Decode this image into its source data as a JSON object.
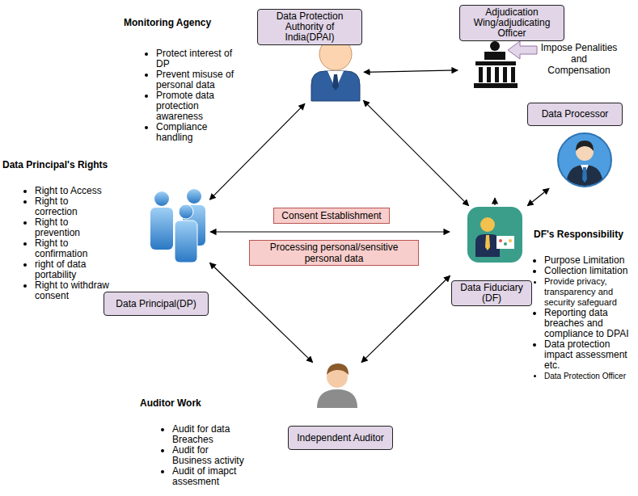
{
  "diagram": {
    "nodes": [
      {
        "text": [
          "Data Protection Authority of India(DPAI)"
        ]
      },
      {
        "text": [
          "Adjudication Wing/adjudicating Officer"
        ]
      },
      {
        "text": [
          "Data Processor"
        ]
      },
      {
        "text": [
          "Consent Establishment"
        ]
      },
      {
        "text": [
          "Data Principal(DP)"
        ]
      },
      {
        "text": [
          "Processing personal/sensitive personal data"
        ]
      },
      {
        "text": [
          "Data Fiduciary (DF)"
        ]
      },
      {
        "text": [
          "Independent Auditor"
        ]
      }
    ],
    "edges": [
      {
        "from": 0,
        "to": 1,
        "arrow": "both"
      },
      {
        "from": 0,
        "to": 4,
        "arrow": "both"
      },
      {
        "from": 0,
        "to": 6,
        "arrow": "both"
      },
      {
        "from": 6,
        "to": 2,
        "arrow": "both"
      },
      {
        "from": 4,
        "to": 6,
        "arrow": "both"
      },
      {
        "from": 4,
        "to": 7,
        "arrow": "both"
      },
      {
        "from": 7,
        "to": 6,
        "arrow": "both"
      }
    ],
    "labels": [
      "Monitoring Agency",
      "Protect interest of DP",
      "Prevent misuse of personal data",
      "Promote data protection awareness",
      "Compliance handling",
      "Impose Penalities and Compensation",
      "Data Principal's Rights",
      "Right to Access",
      "Right to correction",
      "Right to prevention",
      "Right to confirmation",
      "right of data portability",
      "Right to withdraw consent",
      "DF's Responsibility",
      "Purpose Limitation",
      "Collection limitation",
      "Provide privacy, transparency and security safeguard",
      "Reporting data breaches and compliance to DPAI",
      "Data protection impact assessment etc.",
      "Data Protection Officer",
      "Auditor Work",
      "Audit for data Breaches",
      "Audit for Business activity",
      "Audit of imapct assesment"
    ]
  }
}
